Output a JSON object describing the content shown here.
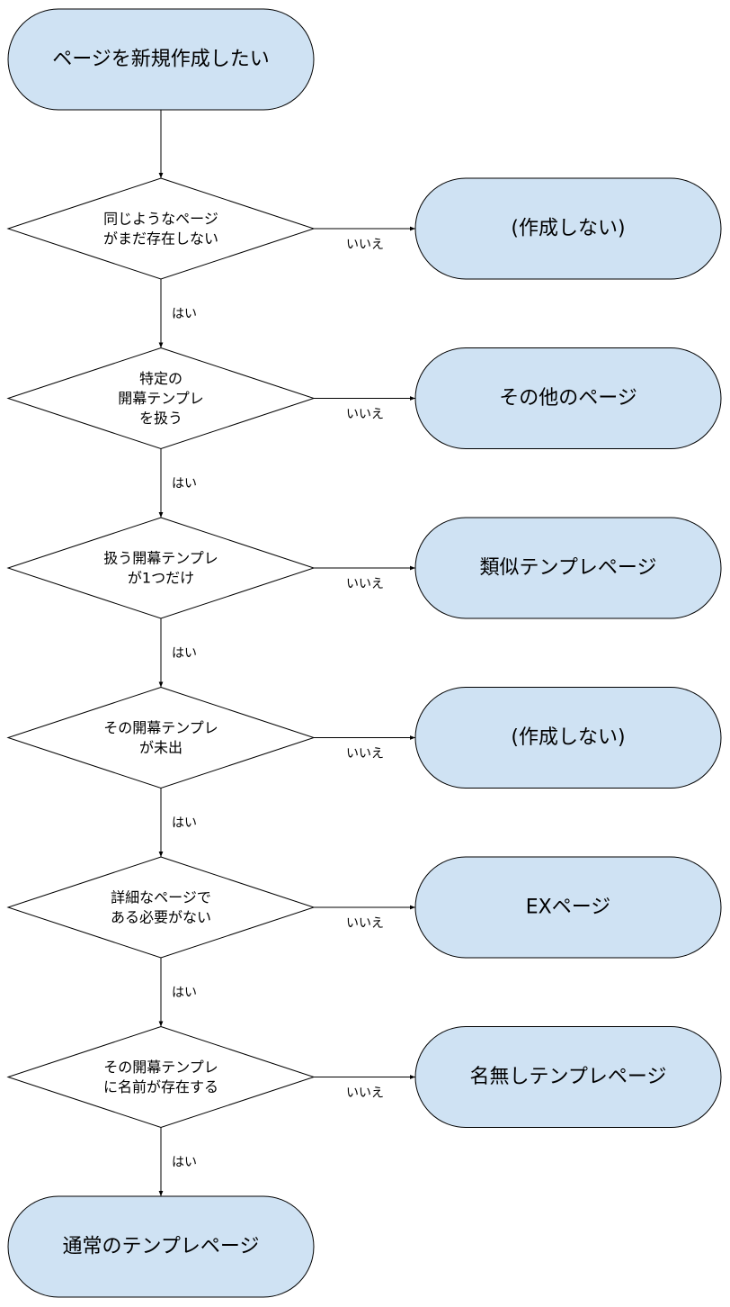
{
  "start": {
    "label": "ページを新規作成したい"
  },
  "decisions": [
    {
      "lines": [
        "同じようなページ",
        "がまだ存在しない"
      ],
      "no_result": "(作成しない)"
    },
    {
      "lines": [
        "特定の",
        "開幕テンプレ",
        "を扱う"
      ],
      "no_result": "その他のページ"
    },
    {
      "lines": [
        "扱う開幕テンプレ",
        "が1つだけ"
      ],
      "no_result": "類似テンプレページ"
    },
    {
      "lines": [
        "その開幕テンプレ",
        "が未出"
      ],
      "no_result": "(作成しない)"
    },
    {
      "lines": [
        "詳細なページで",
        "ある必要がない"
      ],
      "no_result": "EXページ"
    },
    {
      "lines": [
        "その開幕テンプレ",
        "に名前が存在する"
      ],
      "no_result": "名無しテンプレページ"
    }
  ],
  "end": {
    "label": "通常のテンプレページ"
  },
  "edge_labels": {
    "yes": "はい",
    "no": "いいえ"
  },
  "colors": {
    "terminal_fill": "#cfe2f3",
    "stroke": "#000000",
    "decision_fill": "#ffffff"
  }
}
